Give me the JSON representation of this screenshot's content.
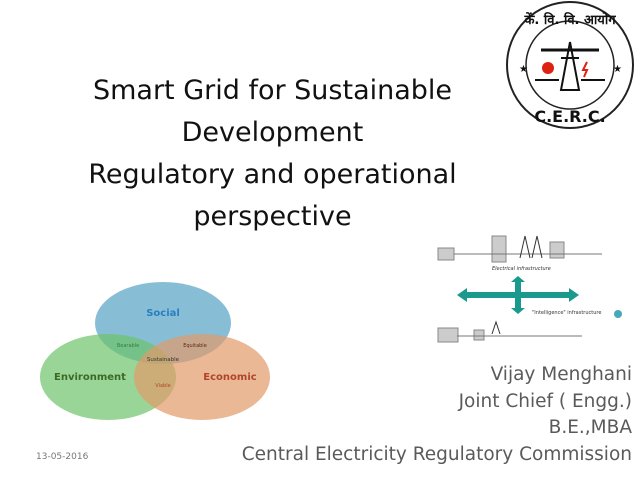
{
  "title": {
    "lines": [
      "Smart Grid for Sustainable",
      "Development",
      "Regulatory and operational",
      "perspective"
    ]
  },
  "author": {
    "name": "Vijay Menghani",
    "designation": "Joint Chief ( Engg.)",
    "qualification": "B.E.,MBA",
    "organization": "Central Electricity Regulatory Commission"
  },
  "footer": {
    "date": "13-05-2016"
  },
  "logo": {
    "hindi_text": "कें. वि. वि. आयोग",
    "abbr": "C.E.R.C."
  },
  "venn": {
    "circles": [
      {
        "label": "Social",
        "color": "#5fa8c8"
      },
      {
        "label": "Environment",
        "color": "#6cc36a"
      },
      {
        "label": "Economic",
        "color": "#e39a6a"
      }
    ],
    "intersections": [
      "Bearable",
      "Equitable",
      "Viable",
      "Sustainable"
    ]
  },
  "diagram": {
    "top_label": "Electrical infrastructure",
    "bottom_label": "\"Intelligence\" infrastructure",
    "accent": "#1a9a8c"
  }
}
